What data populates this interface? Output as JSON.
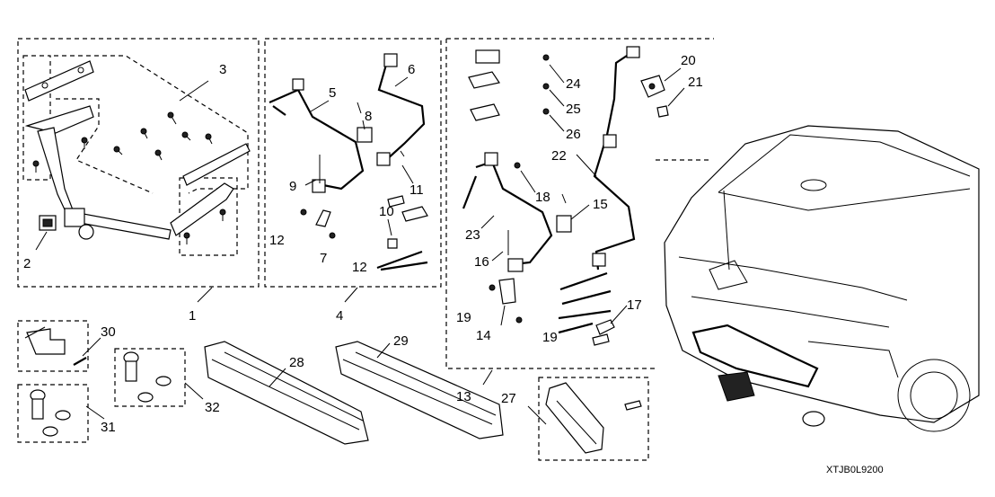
{
  "diagram_code": "XTJB0L9200",
  "callouts": {
    "c1": "1",
    "c2": "2",
    "c3": "3",
    "c4": "4",
    "c5": "5",
    "c6": "6",
    "c7": "7",
    "c8": "8",
    "c9": "9",
    "c10": "10",
    "c11": "11",
    "c12a": "12",
    "c12b": "12",
    "c13": "13",
    "c14": "14",
    "c15": "15",
    "c16": "16",
    "c17": "17",
    "c18": "18",
    "c19a": "19",
    "c19b": "19",
    "c20": "20",
    "c21": "21",
    "c22": "22",
    "c23": "23",
    "c24": "24",
    "c25": "25",
    "c26": "26",
    "c27": "27",
    "c28": "28",
    "c29": "29",
    "c30": "30",
    "c31": "31",
    "c32": "32"
  },
  "icons": [
    "hitch-receiver-icon",
    "wiring-harness-icon",
    "bolt-icon",
    "nut-icon",
    "clip-icon",
    "hitch-ball-icon",
    "skid-plate-icon",
    "vehicle-rear-icon"
  ],
  "colors": {
    "line": "#000000",
    "background": "#ffffff"
  }
}
